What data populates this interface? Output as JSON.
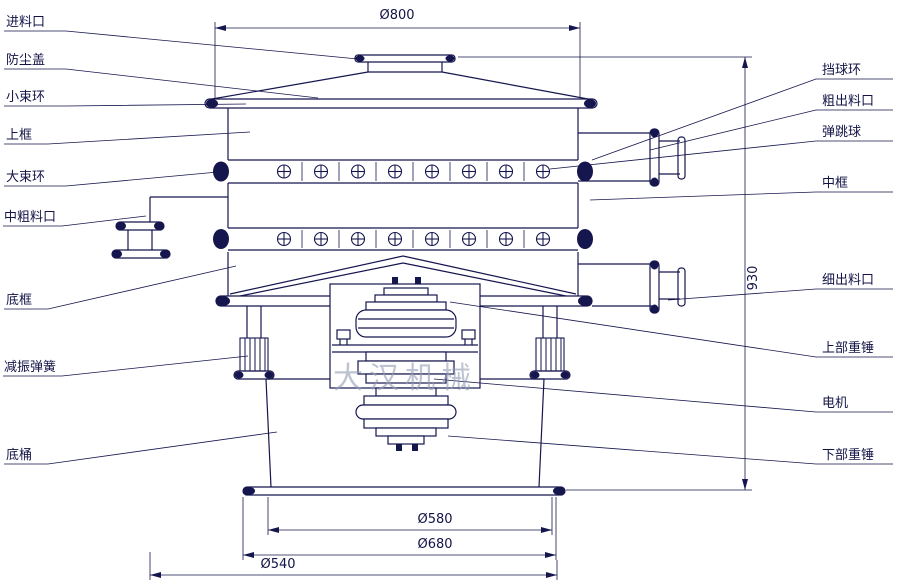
{
  "watermark": "大汉机械",
  "labels_left": [
    {
      "text": "进料口"
    },
    {
      "text": "防尘盖"
    },
    {
      "text": "小束环"
    },
    {
      "text": "上框"
    },
    {
      "text": "大束环"
    },
    {
      "text": "中粗料口"
    },
    {
      "text": "底框"
    },
    {
      "text": "减振弹簧"
    },
    {
      "text": "底桶"
    }
  ],
  "labels_right": [
    {
      "text": "挡球环"
    },
    {
      "text": "粗出料口"
    },
    {
      "text": "弹跳球"
    },
    {
      "text": "中框"
    },
    {
      "text": "细出料口"
    },
    {
      "text": "上部重锤"
    },
    {
      "text": "电机"
    },
    {
      "text": "下部重锤"
    }
  ],
  "dimensions": {
    "diameter_top": "Ø800",
    "height_right": "930",
    "diameter_inner": "Ø580",
    "diameter_mid": "Ø680",
    "diameter_base": "Ø540"
  }
}
